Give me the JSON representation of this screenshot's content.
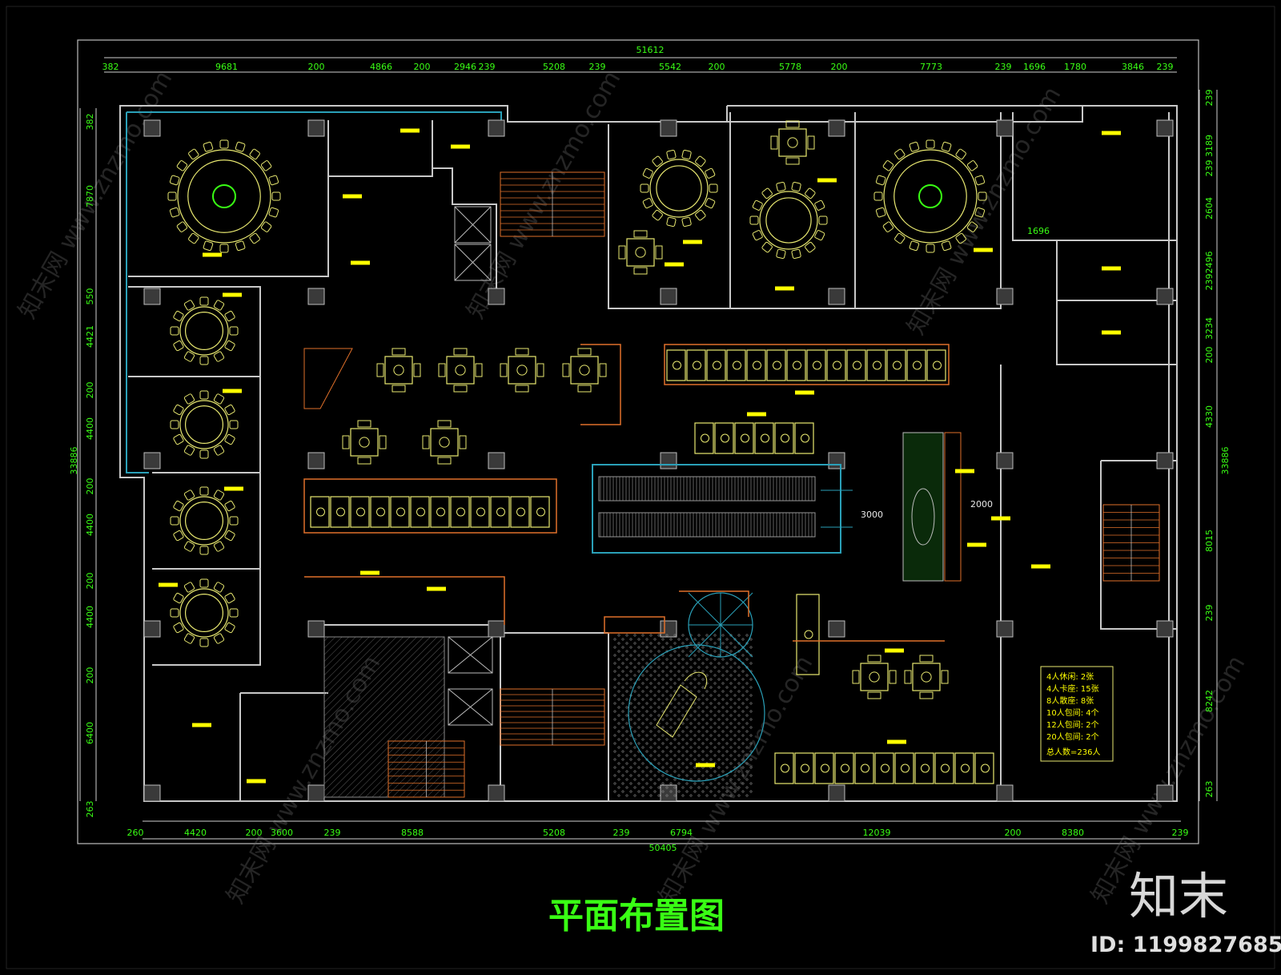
{
  "drawing": {
    "title": "平面布置图",
    "logo": "知末",
    "id_label": "ID: 1199827685",
    "watermark": "知末网 www.znzmo.com"
  },
  "dimensions": {
    "top_total": "51612",
    "top": [
      "382",
      "9681",
      "200",
      "4866",
      "200",
      "2946",
      "239",
      "5208",
      "239",
      "5542",
      "200",
      "5778",
      "200",
      "7773",
      "239",
      "1696",
      "1780",
      "3846",
      "239"
    ],
    "bottom_total": "50405",
    "bottom": [
      "260",
      "4420",
      "200",
      "3600",
      "239",
      "8588",
      "5208",
      "239",
      "6794",
      "12039",
      "200",
      "8380",
      "239"
    ],
    "left_total": "33886",
    "left": [
      "382",
      "7870",
      "550",
      "4421",
      "200",
      "4400",
      "200",
      "4400",
      "200",
      "4400",
      "200",
      "6400",
      "263"
    ],
    "right_total": "33886",
    "right": [
      "239",
      "3189",
      "239",
      "2604",
      "2392496",
      "3234",
      "200",
      "4330",
      "8015",
      "239",
      "8242",
      "263"
    ],
    "inner": [
      "1696",
      "3000",
      "2000"
    ]
  },
  "legend": {
    "items": [
      "4人休闲: 2张",
      "4人卡座: 15张",
      "8人散座: 8张",
      "10人包间: 4个",
      "12人包间: 2个",
      "20人包间: 2个"
    ],
    "total": "总人数=236人"
  },
  "colors": {
    "background": "#000000",
    "dimension": "#39ff14",
    "wall": "#c8c8c8",
    "glass": "#2aa0b8",
    "furniture": "#e8e870",
    "label": "#ffff00",
    "accent": "#e0702a"
  }
}
